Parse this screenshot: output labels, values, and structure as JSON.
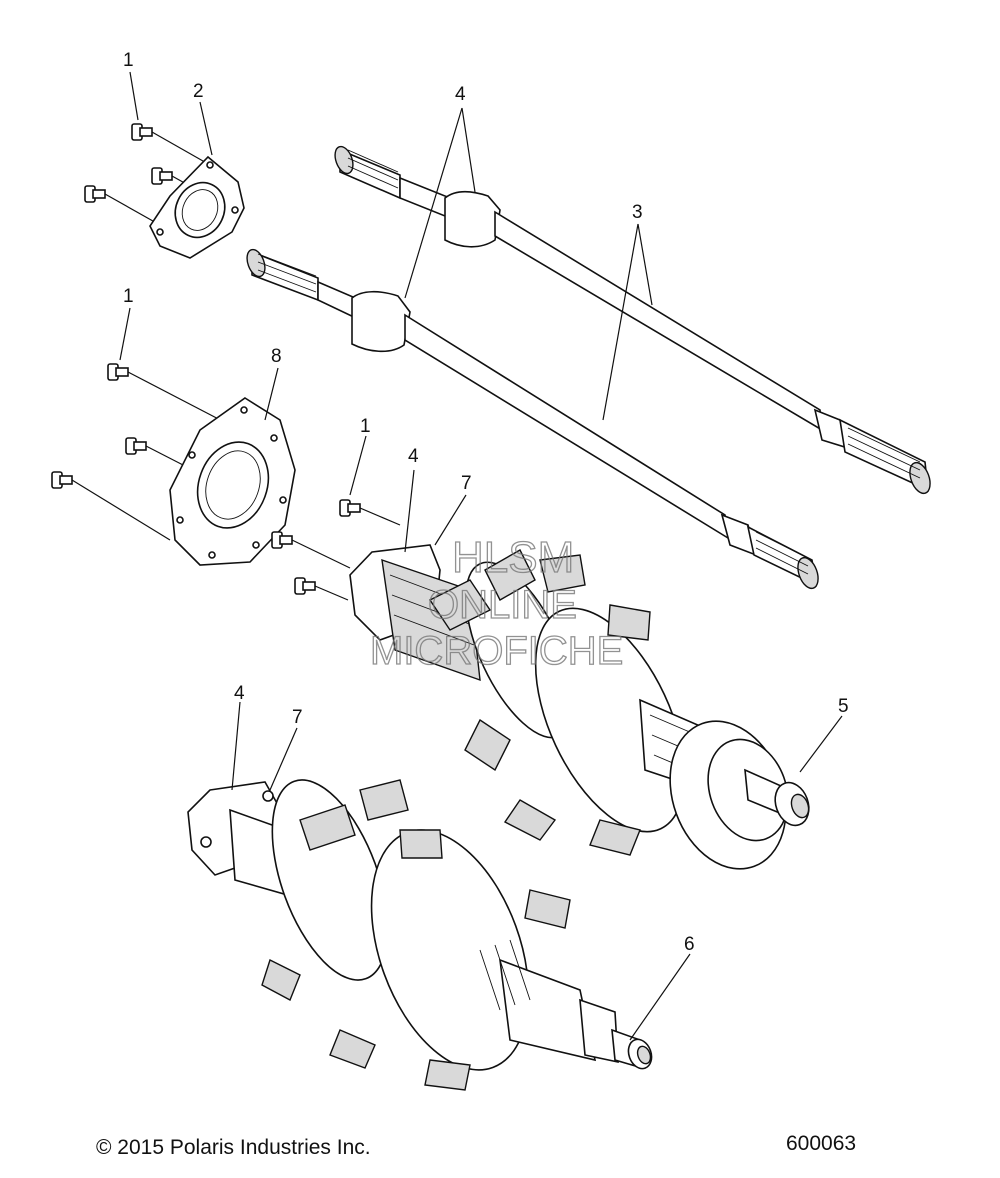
{
  "callouts": {
    "c1a": "1",
    "c2": "2",
    "c4a": "4",
    "c3": "3",
    "c1b": "1",
    "c8": "8",
    "c1c": "1",
    "c4b": "4",
    "c7a": "7",
    "c5": "5",
    "c4c": "4",
    "c7b": "7",
    "c6": "6"
  },
  "watermark": {
    "line1": "HLSM",
    "line2": "ONLINE",
    "line3": "MICROFICHE"
  },
  "footer": {
    "copyright": "© 2015 Polaris Industries Inc.",
    "part_number": "600063"
  }
}
